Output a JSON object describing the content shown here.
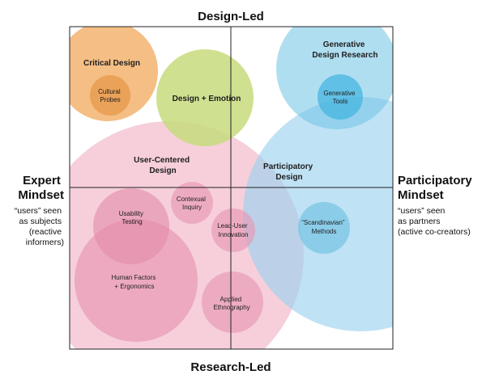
{
  "axes": {
    "top": "Design-Led",
    "bottom": "Research-Led",
    "left": {
      "title_lines": [
        "Expert",
        "Mindset"
      ],
      "note_lines": [
        "“users” seen",
        "as subjects",
        "(reactive",
        "informers)"
      ]
    },
    "right": {
      "title_lines": [
        "Participatory",
        "Mindset"
      ],
      "note_lines": [
        "“users” seen",
        "as partners",
        "(active co-creators)"
      ]
    }
  },
  "bubbles": [
    {
      "id": "critical-design",
      "lines": [
        "Critical Design"
      ],
      "bold": true,
      "color": "#F2B36E"
    },
    {
      "id": "cultural-probes",
      "lines": [
        "Cultural",
        "Probes"
      ],
      "bold": false,
      "color": "#E79A4E"
    },
    {
      "id": "design-emotion",
      "lines": [
        "Design + Emotion"
      ],
      "bold": true,
      "color": "#C7DC7C"
    },
    {
      "id": "generative-design-research",
      "lines": [
        "Generative",
        "Design Research"
      ],
      "bold": true,
      "color": "#6FC3E6"
    },
    {
      "id": "generative-tools",
      "lines": [
        "Generative",
        "Tools"
      ],
      "bold": false,
      "color": "#3FB3E0"
    },
    {
      "id": "participatory-design",
      "lines": [
        "Participatory",
        "Design"
      ],
      "bold": true,
      "color": "#9DD3EE"
    },
    {
      "id": "user-centered-design",
      "lines": [
        "User-Centered",
        "Design"
      ],
      "bold": true,
      "color": "#EEA9BF"
    },
    {
      "id": "usability-testing",
      "lines": [
        "Usability",
        "Testing"
      ],
      "bold": false,
      "color": "#E38AA8"
    },
    {
      "id": "contextual-inquiry",
      "lines": [
        "Contexual",
        "Inquiry"
      ],
      "bold": false,
      "color": "#E793B0"
    },
    {
      "id": "lead-user-innovation",
      "lines": [
        "Lead-User",
        "Innovation"
      ],
      "bold": false,
      "color": "#E793B0"
    },
    {
      "id": "scandinavian-methods",
      "lines": [
        "“Scandinavian”",
        "Methods"
      ],
      "bold": false,
      "color": "#79C6E6"
    },
    {
      "id": "human-factors-ergonomics",
      "lines": [
        "Human Factors",
        "+ Ergonomics"
      ],
      "bold": false,
      "color": "#E38AA8"
    },
    {
      "id": "applied-ethnography",
      "lines": [
        "Applied",
        "Ethnography"
      ],
      "bold": false,
      "color": "#E793B0"
    }
  ]
}
